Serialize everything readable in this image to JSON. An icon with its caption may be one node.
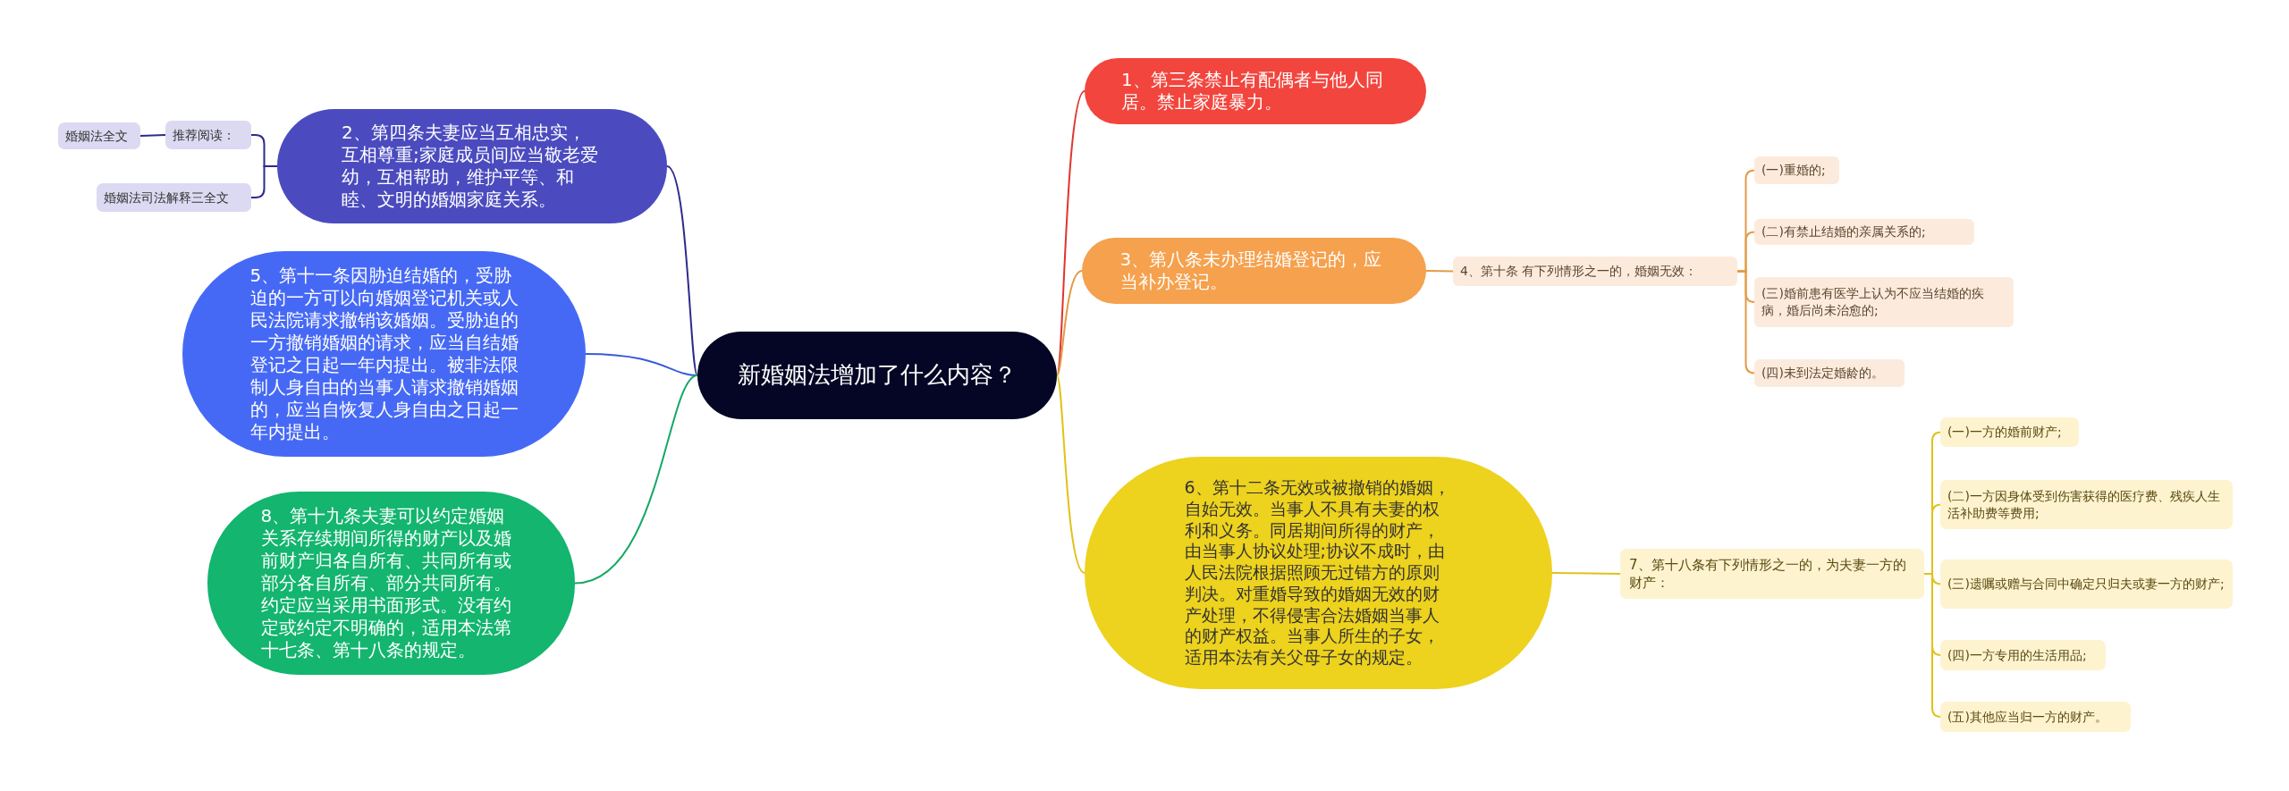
{
  "diagram": {
    "nodes": [
      {
        "text": [
          "新婚姻法增加了什么内容？"
        ]
      },
      {
        "text": [
          "1、第三条禁止有配偶者与他人同居。禁止家庭暴力。"
        ]
      },
      {
        "text": [
          "2、第四条夫妻应当互相忠实，互相尊重;家庭成员间应当敬老爱幼，互相帮助，维护平等、和睦、文明的婚姻家庭关系。"
        ]
      },
      {
        "text": [
          "推荐阅读："
        ]
      },
      {
        "text": [
          "婚姻法全文"
        ]
      },
      {
        "text": [
          "婚姻法司法解释三全文"
        ]
      },
      {
        "text": [
          "3、第八条未办理结婚登记的，应当补办登记。"
        ]
      },
      {
        "text": [
          "4、第十条 有下列情形之一的，婚姻无效："
        ]
      },
      {
        "text": [
          "(一)重婚的;"
        ]
      },
      {
        "text": [
          "(二)有禁止结婚的亲属关系的;"
        ]
      },
      {
        "text": [
          "(三)婚前患有医学上认为不应当结婚的疾病，婚后尚未治愈的;"
        ]
      },
      {
        "text": [
          "(四)未到法定婚龄的。"
        ]
      },
      {
        "text": [
          "5、第十一条因胁迫结婚的，受胁迫的一方可以向婚姻登记机关或人民法院请求撤销该婚姻。受胁迫的一方撤销婚姻的请求，应当自结婚登记之日起一年内提出。被非法限制人身自由的当事人请求撤销婚姻的，应当自恢复人身自由之日起一年内提出。"
        ]
      },
      {
        "text": [
          "6、第十二条无效或被撤销的婚姻，自始无效。当事人不具有夫妻的权利和义务。同居期间所得的财产，由当事人协议处理;协议不成时，由人民法院根据照顾无过错方的原则判决。对重婚导致的婚姻无效的财产处理，不得侵害合法婚姻当事人的财产权益。当事人所生的子女，适用本法有关父母子女的规定。"
        ]
      },
      {
        "text": [
          "7、第十八条有下列情形之一的，为夫妻一方的财产："
        ]
      },
      {
        "text": [
          "(一)一方的婚前财产;"
        ]
      },
      {
        "text": [
          "(二)一方因身体受到伤害获得的医疗费、残疾人生活补助费等费用;"
        ]
      },
      {
        "text": [
          "(三)遗嘱或赠与合同中确定只归夫或妻一方的财产;"
        ]
      },
      {
        "text": [
          "(四)一方专用的生活用品;"
        ]
      },
      {
        "text": [
          "(五)其他应当归一方的财产。"
        ]
      },
      {
        "text": [
          "8、第十九条夫妻可以约定婚姻关系存续期间所得的财产以及婚前财产归各自所有、共同所有或部分各自所有、部分共同所有。约定应当采用书面形式。没有约定或约定不明确的，适用本法第十七条、第十八条的规定。"
        ]
      }
    ],
    "edges": [
      {
        "from": 0,
        "to": 1,
        "arrow": "none",
        "color": "#e0352e"
      },
      {
        "from": 0,
        "to": 2,
        "arrow": "none",
        "color": "#2e2a8c"
      },
      {
        "from": 2,
        "to": 3,
        "arrow": "none",
        "color": "#2e2a8c"
      },
      {
        "from": 3,
        "to": 4,
        "arrow": "none",
        "color": "#2e2a8c"
      },
      {
        "from": 2,
        "to": 5,
        "arrow": "none",
        "color": "#2e2a8c"
      },
      {
        "from": 0,
        "to": 6,
        "arrow": "none",
        "color": "#e39a45"
      },
      {
        "from": 6,
        "to": 7,
        "arrow": "none",
        "color": "#e39a45"
      },
      {
        "from": 7,
        "to": 8,
        "arrow": "none",
        "color": "#e39a45"
      },
      {
        "from": 7,
        "to": 9,
        "arrow": "none",
        "color": "#e39a45"
      },
      {
        "from": 7,
        "to": 10,
        "arrow": "none",
        "color": "#e39a45"
      },
      {
        "from": 7,
        "to": 11,
        "arrow": "none",
        "color": "#e39a45"
      },
      {
        "from": 0,
        "to": 12,
        "arrow": "none",
        "color": "#3a5ad8"
      },
      {
        "from": 0,
        "to": 13,
        "arrow": "none",
        "color": "#e0c21a"
      },
      {
        "from": 13,
        "to": 14,
        "arrow": "none",
        "color": "#e0c21a"
      },
      {
        "from": 14,
        "to": 15,
        "arrow": "none",
        "color": "#e0c21a"
      },
      {
        "from": 14,
        "to": 16,
        "arrow": "none",
        "color": "#e0c21a"
      },
      {
        "from": 14,
        "to": 17,
        "arrow": "none",
        "color": "#e0c21a"
      },
      {
        "from": 14,
        "to": 18,
        "arrow": "none",
        "color": "#e0c21a"
      },
      {
        "from": 14,
        "to": 19,
        "arrow": "none",
        "color": "#e0c21a"
      },
      {
        "from": 0,
        "to": 20,
        "arrow": "none",
        "color": "#16a866"
      }
    ]
  }
}
